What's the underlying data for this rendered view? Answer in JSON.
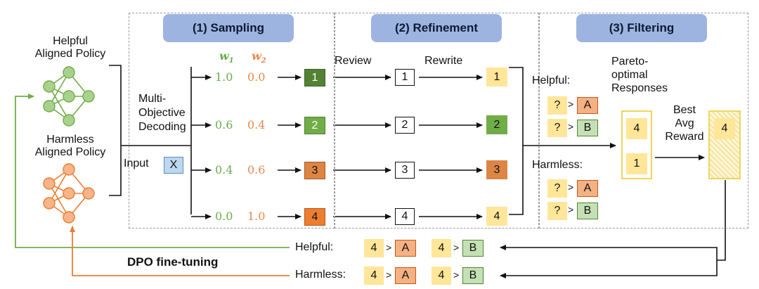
{
  "colors": {
    "phase_fill": "#9db4e0",
    "helpful_green": "#70ad47",
    "harmless_orange": "#ed7d31",
    "label_yellow": "#ffe699",
    "label_a_fill": "#f4b183",
    "label_b_fill": "#c5e0b4",
    "input_fill": "#bdd7ee"
  },
  "policies": {
    "helpful": "Helpful\nAligned Policy",
    "harmless": "Harmless\nAligned Policy"
  },
  "decoding": {
    "label": "Multi-\nObjective\nDecoding",
    "input_label": "Input",
    "input_symbol": "X"
  },
  "phases": [
    "(1) Sampling",
    "(2) Refinement",
    "(3) Filtering"
  ],
  "weights": {
    "w1_header": "w",
    "w1_sub": "1",
    "w2_header": "w",
    "w2_sub": "2",
    "rows": [
      {
        "w1": "1.0",
        "w2": "0.0"
      },
      {
        "w1": "0.6",
        "w2": "0.4"
      },
      {
        "w1": "0.4",
        "w2": "0.6"
      },
      {
        "w1": "0.0",
        "w2": "1.0"
      }
    ]
  },
  "samples": [
    "1",
    "2",
    "3",
    "4"
  ],
  "refinement": {
    "review_label": "Review",
    "rewrite_label": "Rewrite",
    "reviewed": [
      "1",
      "2",
      "3",
      "4"
    ],
    "rewritten": [
      "1",
      "2",
      "3",
      "4"
    ]
  },
  "filtering": {
    "helpful_label": "Helpful:",
    "harmless_label": "Harmless:",
    "question": "?",
    "gt": ">",
    "option_a": "A",
    "option_b": "B",
    "pareto_label": "Pareto-\noptimal\nResponses",
    "pareto_items": [
      "4",
      "1"
    ],
    "best_label": "Best\nAvg\nReward",
    "best_item": "4"
  },
  "feedback": {
    "helpful_label": "Helpful:",
    "harmless_label": "Harmless:",
    "chosen": "4",
    "gt": ">",
    "option_a": "A",
    "option_b": "B",
    "dpo_label": "DPO fine-tuning"
  }
}
